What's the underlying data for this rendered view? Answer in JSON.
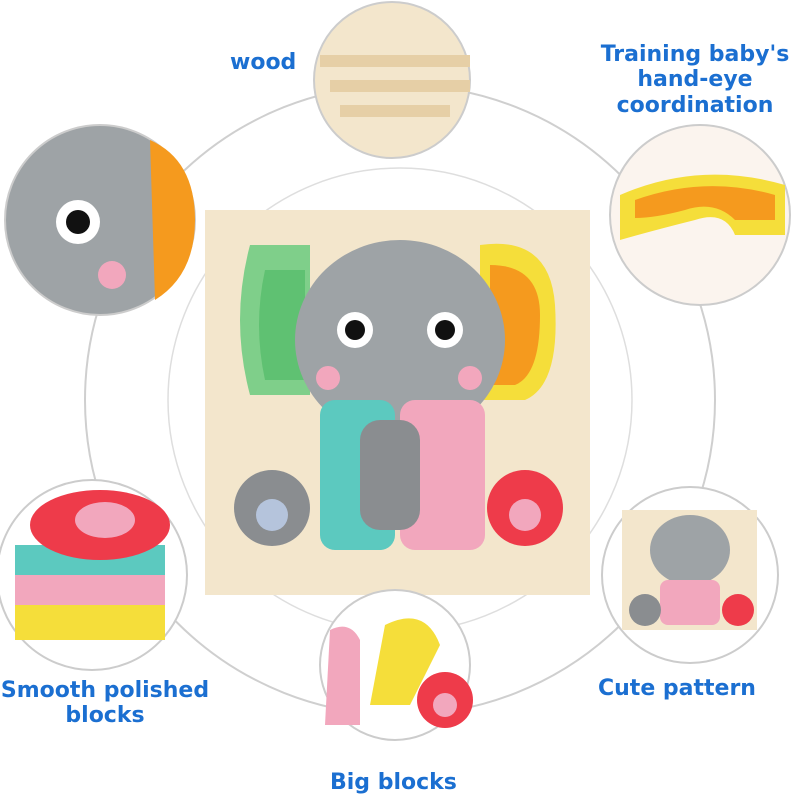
{
  "labels": {
    "wood": "wood",
    "training_line1": "Training  baby's",
    "training_line2": "hand-eye",
    "training_line3": "coordination",
    "smooth_line1": "Smooth polished",
    "smooth_line2": "blocks",
    "cute": "Cute pattern",
    "big": "Big blocks"
  },
  "colors": {
    "label": "#1b6fd1",
    "ring": "#cfcfcf",
    "wood": "#f3e6cc",
    "elephant": "#9ea3a6",
    "green": "#7fcf8a",
    "teal": "#5cc9bf",
    "pink": "#f2a7bd",
    "red": "#ee3b4a",
    "orange": "#f59a1e",
    "yellow": "#f5de3a"
  }
}
